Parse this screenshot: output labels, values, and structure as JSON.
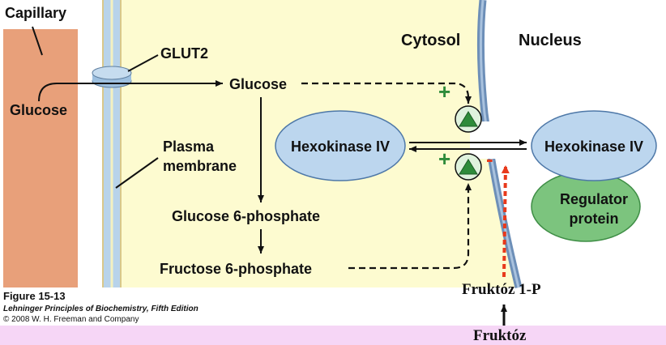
{
  "labels": {
    "capillary": "Capillary",
    "glucose_blood": "Glucose",
    "glut2": "GLUT2",
    "glucose": "Glucose",
    "plasma_membrane_line1": "Plasma",
    "plasma_membrane_line2": "membrane",
    "cytosol": "Cytosol",
    "nucleus": "Nucleus",
    "hexokinase_cytosol": "Hexokinase IV",
    "hexokinase_nucleus": "Hexokinase IV",
    "regulator_line1": "Regulator",
    "regulator_line2": "protein",
    "glucose6p": "Glucose 6-phosphate",
    "fructose6p": "Fructose 6-phosphate",
    "plus_top": "+",
    "plus_bottom": "+",
    "minus": "-",
    "fruktoz1p": "Fruktóz 1-P",
    "fruktoz": "Fruktóz"
  },
  "caption": {
    "figure": "Figure 15-13",
    "book": "Lehninger Principles of Biochemistry, Fifth Edition",
    "copyright": "© 2008 W. H. Freeman and Company"
  },
  "colors": {
    "capillary": "#e8a07a",
    "cytosol": "#fdfbd0",
    "membrane": "#b8d3ea",
    "nuclear_envelope": "#6d8fb8",
    "hexokinase": "#bcd6ee",
    "regulator": "#7cc47e",
    "activator": "#2e8b3a",
    "inhibitor": "#e8391b",
    "footer_band": "#f6d6f6"
  }
}
